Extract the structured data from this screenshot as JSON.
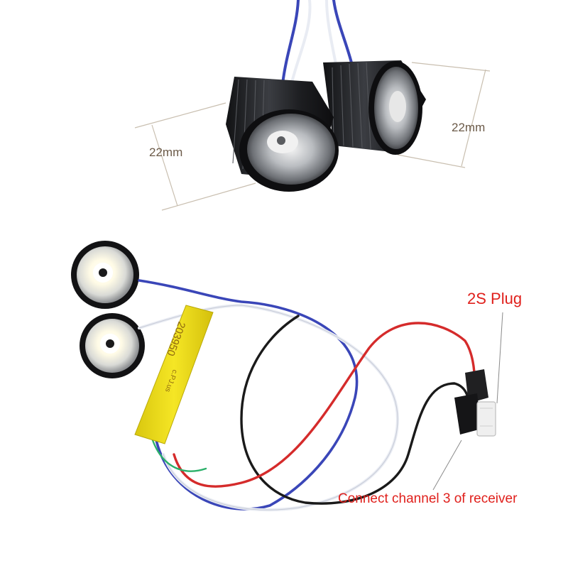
{
  "annotations": {
    "dim_left": "22mm",
    "dim_right": "22mm",
    "plug": "2S Plug",
    "channel": "Connect channel 3 of receiver"
  },
  "module": {
    "print_code": "203950",
    "print_code2": "c.PJ.us"
  },
  "colors": {
    "dimension_text": "#6b5a48",
    "dimension_line": "#c9bfb0",
    "callout_text": "#e0201c",
    "module_yellow": "#f2e21a",
    "wire_blue": "#3a46b8",
    "wire_white": "#e9ecf3",
    "wire_red": "#d52b2b",
    "wire_black": "#1a1a1a"
  },
  "icons": [
    "led-spotlight-icon",
    "led-lens-icon",
    "jst-plug-icon",
    "servo-connector-icon"
  ]
}
